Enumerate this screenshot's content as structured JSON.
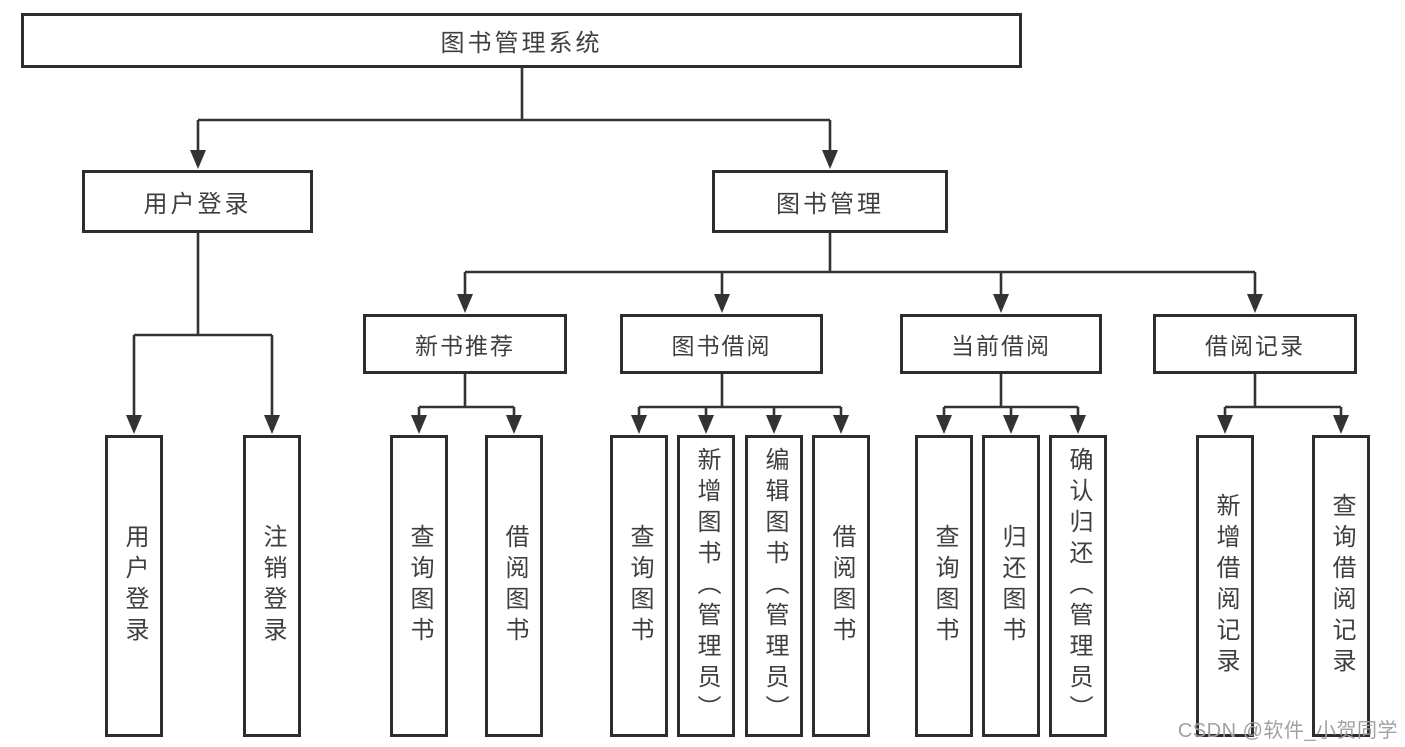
{
  "tree": {
    "label": "图书管理系统",
    "children": [
      {
        "label": "用户登录",
        "children": [
          {
            "label": "用户登录"
          },
          {
            "label": "注销登录"
          }
        ]
      },
      {
        "label": "图书管理",
        "children": [
          {
            "label": "新书推荐",
            "children": [
              {
                "label": "查询图书"
              },
              {
                "label": "借阅图书"
              }
            ]
          },
          {
            "label": "图书借阅",
            "children": [
              {
                "label": "查询图书"
              },
              {
                "label": "新增图书（管理员）"
              },
              {
                "label": "编辑图书（管理员）"
              },
              {
                "label": "借阅图书"
              }
            ]
          },
          {
            "label": "当前借阅",
            "children": [
              {
                "label": "查询图书"
              },
              {
                "label": "归还图书"
              },
              {
                "label": "确认归还（管理员）"
              }
            ]
          },
          {
            "label": "借阅记录",
            "children": [
              {
                "label": "新增借阅记录"
              },
              {
                "label": "查询借阅记录"
              }
            ]
          }
        ]
      }
    ]
  },
  "watermark": {
    "text": "CSDN @软件_小贺同学"
  },
  "colors": {
    "border": "#2d2d2d",
    "line": "#333333",
    "text": "#3f3f3f",
    "background": "#ffffff",
    "watermark": "#a3a0a3"
  }
}
